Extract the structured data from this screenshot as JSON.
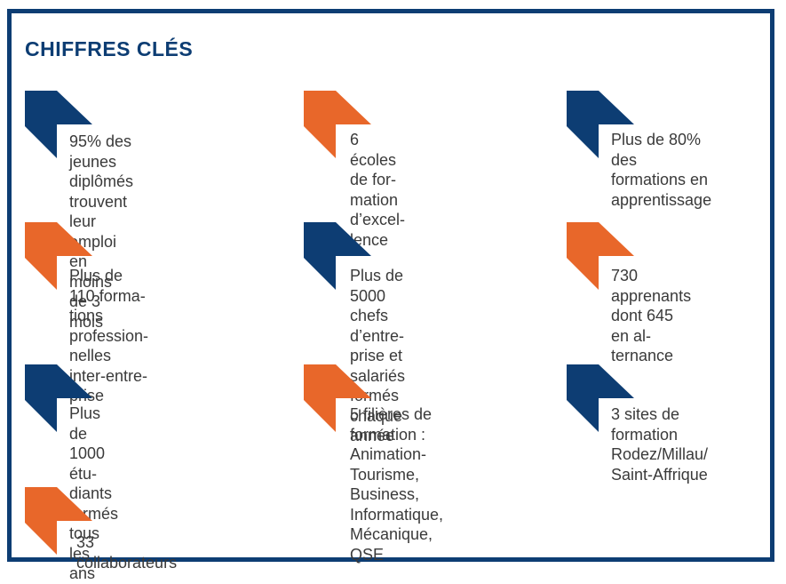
{
  "title": "CHIFFRES CLÉS",
  "colors": {
    "navy": "#0d3d73",
    "orange": "#e8672a",
    "text": "#3a3a3a"
  },
  "stats": [
    {
      "text": "95% des jeunes\ndiplômés trouvent\nleur emploi en\nmoins de 3 mois",
      "color": "navy",
      "icon": "chevron-icon"
    },
    {
      "text": "6 écoles de for-\nmation d’excel-\nlence",
      "color": "orange",
      "icon": "chevron-icon"
    },
    {
      "text": "Plus de 80% des\nformations en\napprentissage",
      "color": "navy",
      "icon": "chevron-icon"
    },
    {
      "text": "Plus de 110 forma-\ntions profession-\nnelles inter-entre-\nprise",
      "color": "orange",
      "icon": "chevron-icon"
    },
    {
      "text": "Plus de 5000\nchefs d’entre-\nprise et salariés\nformés chaque\nannée",
      "color": "navy",
      "icon": "chevron-icon"
    },
    {
      "text": "730 apprenants\ndont 645 en al-\nternance",
      "color": "orange",
      "icon": "chevron-icon"
    },
    {
      "text": "Plus de 1000 étu-\ndiants formés tous\nles ans",
      "color": "navy",
      "icon": "chevron-icon"
    },
    {
      "text": "5 filières de formation :\nAnimation-Tourisme,\nBusiness,\nInformatique,\nMécanique,\nQSE",
      "color": "orange",
      "icon": "chevron-icon"
    },
    {
      "text": "3 sites de formation\nRodez/Millau/\nSaint-Affrique",
      "color": "navy",
      "icon": "chevron-icon"
    },
    {
      "text": "33 collaborateurs",
      "color": "orange",
      "icon": "chevron-icon"
    }
  ]
}
